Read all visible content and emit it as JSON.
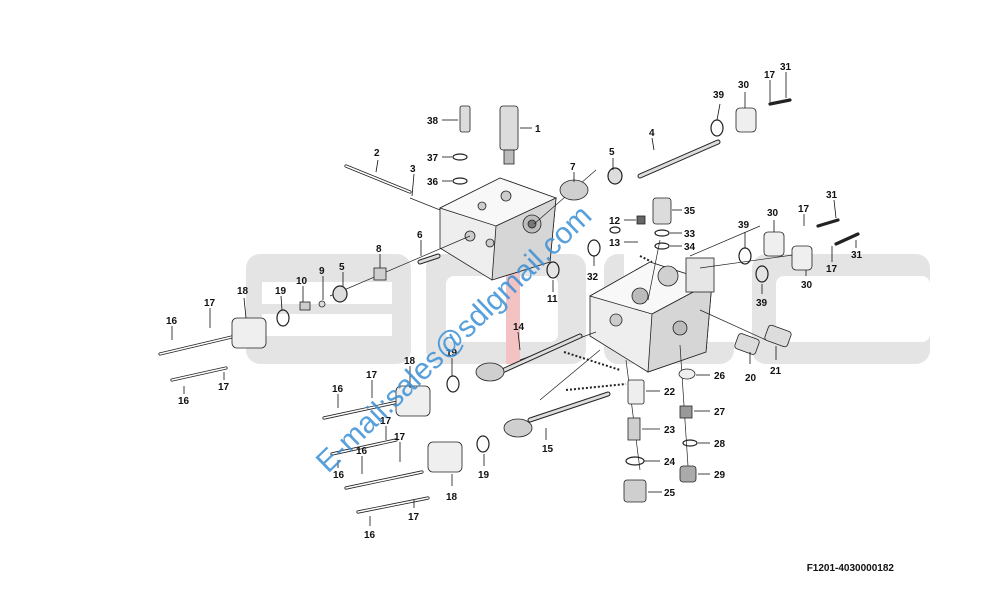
{
  "drawing": {
    "reference_code": "F1201-4030000182",
    "watermark_logo_text": "SDLG",
    "watermark_email": "E-mail:sales@sdlgmail.com"
  },
  "callouts": [
    {
      "id": "c1",
      "label": "1"
    },
    {
      "id": "c2",
      "label": "2"
    },
    {
      "id": "c3",
      "label": "3"
    },
    {
      "id": "c4",
      "label": "4"
    },
    {
      "id": "c5a",
      "label": "5"
    },
    {
      "id": "c5b",
      "label": "5"
    },
    {
      "id": "c6",
      "label": "6"
    },
    {
      "id": "c7",
      "label": "7"
    },
    {
      "id": "c8",
      "label": "8"
    },
    {
      "id": "c9",
      "label": "9"
    },
    {
      "id": "c10",
      "label": "10"
    },
    {
      "id": "c11",
      "label": "11"
    },
    {
      "id": "c12",
      "label": "12"
    },
    {
      "id": "c13",
      "label": "13"
    },
    {
      "id": "c14",
      "label": "14"
    },
    {
      "id": "c15",
      "label": "15"
    },
    {
      "id": "c16a",
      "label": "16"
    },
    {
      "id": "c16b",
      "label": "16"
    },
    {
      "id": "c16c",
      "label": "16"
    },
    {
      "id": "c16d",
      "label": "16"
    },
    {
      "id": "c16e",
      "label": "16"
    },
    {
      "id": "c16f",
      "label": "16"
    },
    {
      "id": "c17a",
      "label": "17"
    },
    {
      "id": "c17b",
      "label": "17"
    },
    {
      "id": "c17c",
      "label": "17"
    },
    {
      "id": "c17d",
      "label": "17"
    },
    {
      "id": "c17e",
      "label": "17"
    },
    {
      "id": "c17f",
      "label": "17"
    },
    {
      "id": "c17g",
      "label": "17"
    },
    {
      "id": "c17h",
      "label": "17"
    },
    {
      "id": "c17i",
      "label": "17"
    },
    {
      "id": "c18a",
      "label": "18"
    },
    {
      "id": "c18b",
      "label": "18"
    },
    {
      "id": "c18c",
      "label": "18"
    },
    {
      "id": "c19a",
      "label": "19"
    },
    {
      "id": "c19b",
      "label": "19"
    },
    {
      "id": "c19c",
      "label": "19"
    },
    {
      "id": "c20",
      "label": "20"
    },
    {
      "id": "c21",
      "label": "21"
    },
    {
      "id": "c22",
      "label": "22"
    },
    {
      "id": "c23",
      "label": "23"
    },
    {
      "id": "c24",
      "label": "24"
    },
    {
      "id": "c25",
      "label": "25"
    },
    {
      "id": "c26",
      "label": "26"
    },
    {
      "id": "c27",
      "label": "27"
    },
    {
      "id": "c28",
      "label": "28"
    },
    {
      "id": "c29",
      "label": "29"
    },
    {
      "id": "c30a",
      "label": "30"
    },
    {
      "id": "c30b",
      "label": "30"
    },
    {
      "id": "c30c",
      "label": "30"
    },
    {
      "id": "c31a",
      "label": "31"
    },
    {
      "id": "c31b",
      "label": "31"
    },
    {
      "id": "c31c",
      "label": "31"
    },
    {
      "id": "c32",
      "label": "32"
    },
    {
      "id": "c33",
      "label": "33"
    },
    {
      "id": "c34",
      "label": "34"
    },
    {
      "id": "c35",
      "label": "35"
    },
    {
      "id": "c36",
      "label": "36"
    },
    {
      "id": "c37",
      "label": "37"
    },
    {
      "id": "c38",
      "label": "38"
    },
    {
      "id": "c39a",
      "label": "39"
    },
    {
      "id": "c39b",
      "label": "39"
    },
    {
      "id": "c39c",
      "label": "39"
    }
  ],
  "colors": {
    "line": "#111111",
    "part_fill": "#f2f2f2",
    "part_shade": "#c8c8c8",
    "watermark_logo": "#e4e4e4",
    "watermark_accent": "#f3c3c3",
    "watermark_email": "#3a8fd6"
  }
}
